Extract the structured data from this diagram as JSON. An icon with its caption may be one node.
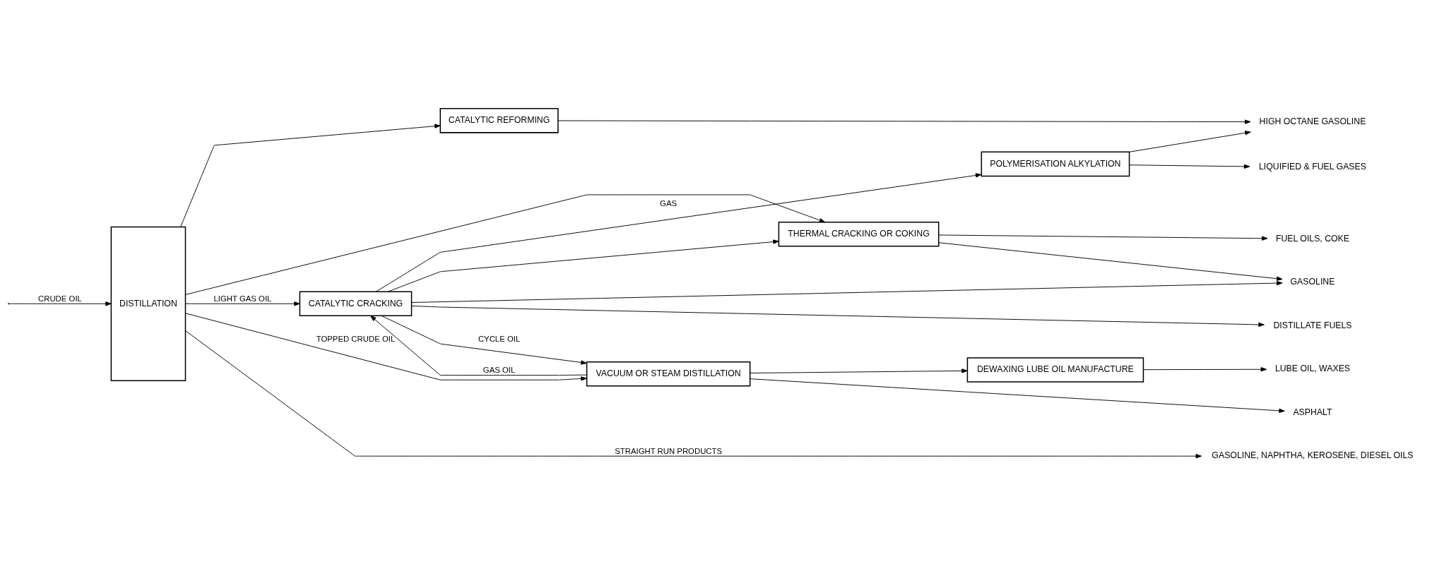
{
  "diagram": {
    "nodes": [
      {
        "text": [
          "DISTILLATION"
        ]
      },
      {
        "text": [
          "CATALYTIC REFORMING"
        ]
      },
      {
        "text": [
          "POLYMERISATION ALKYLATION"
        ]
      },
      {
        "text": [
          "CATALYTIC CRACKING"
        ]
      },
      {
        "text": [
          "DEWAXING LUBE OIL MANUFACTURE"
        ]
      },
      {
        "text": [
          "VACUUM OR STEAM DISTILLATION"
        ]
      },
      {
        "text": [
          "THERMAL CRACKING OR COKING"
        ]
      },
      {
        "text": [
          "GASOLINE, NAPHTHA, KEROSENE, DIESEL OILS"
        ]
      },
      {
        "text": [
          "HIGH OCTANE GASOLINE"
        ]
      },
      {
        "text": [
          "LIQUIFIED & FUEL GASES"
        ]
      },
      {
        "text": [
          "GASOLINE"
        ]
      },
      {
        "text": [
          "DISTILLATE FUELS"
        ]
      },
      {
        "text": [
          "LUBE OIL, WAXES"
        ]
      },
      {
        "text": [
          "ASPHALT"
        ]
      },
      {
        "text": [
          "FUEL OILS, COKE"
        ]
      }
    ],
    "edges": [
      {
        "from": null,
        "to": 0,
        "arrow": "to",
        "label": "CRUDE OIL"
      },
      {
        "from": 0,
        "to": 7,
        "arrow": "to",
        "label": "STRAIGHT RUN PRODUCTS"
      },
      {
        "from": 0,
        "to": 1,
        "arrow": "to"
      },
      {
        "from": 0,
        "to": 3,
        "arrow": "to",
        "label": "LIGHT GAS OIL"
      },
      {
        "from": 0,
        "to": 5,
        "arrow": "to",
        "label": "TOPPED CRUDE OIL"
      },
      {
        "from": 0,
        "to": 6,
        "arrow": "to"
      },
      {
        "from": 1,
        "to": 8,
        "arrow": "to"
      },
      {
        "from": 2,
        "to": 8,
        "arrow": "to"
      },
      {
        "from": 3,
        "to": 2,
        "arrow": "to",
        "label": "GAS"
      },
      {
        "from": 2,
        "to": 9,
        "arrow": "to"
      },
      {
        "from": 3,
        "to": 10,
        "arrow": "to"
      },
      {
        "from": 3,
        "to": 11,
        "arrow": "to"
      },
      {
        "from": 5,
        "to": 3,
        "arrow": "to",
        "label": "GAS OIL"
      },
      {
        "from": 5,
        "to": 4,
        "arrow": "to"
      },
      {
        "from": 4,
        "to": 12,
        "arrow": "to"
      },
      {
        "from": 5,
        "to": 13,
        "arrow": "to"
      },
      {
        "from": 6,
        "to": 10,
        "arrow": "to"
      },
      {
        "from": 6,
        "to": 14,
        "arrow": "to"
      },
      {
        "from": 3,
        "to": 5,
        "arrow": "to",
        "label": "CYCLE OIL"
      },
      {
        "from": 3,
        "to": 6,
        "arrow": "to"
      }
    ]
  }
}
